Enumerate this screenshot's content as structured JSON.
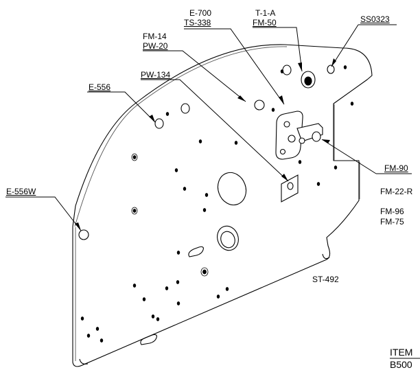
{
  "callouts": {
    "e700": "E-700",
    "ts338": "TS-338",
    "t1a": "T-1-A",
    "fm50": "FM-50",
    "ss0323": "SS0323",
    "fm14": "FM-14",
    "pw20": "PW-20",
    "pw134": "PW-134",
    "e556": "E-556",
    "e556w": "E-556W",
    "fm90": "FM-90"
  },
  "side_labels": {
    "fm22r": "FM-22-R",
    "fm96": "FM-96",
    "fm75": "FM-75",
    "st492": "ST-492"
  },
  "item_block": {
    "item": "ITEM",
    "part": "B500"
  },
  "colors": {
    "line": "#000000",
    "shadow": "#555555",
    "background": "#ffffff"
  }
}
